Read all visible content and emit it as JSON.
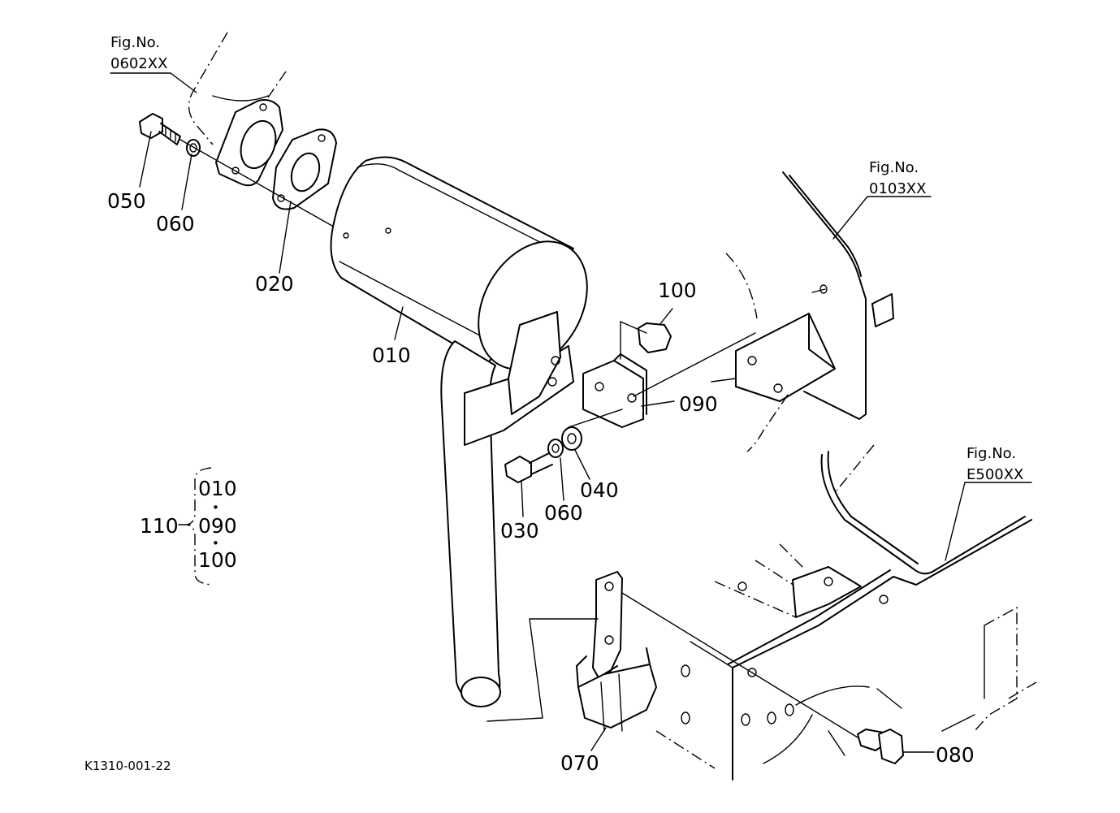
{
  "fig_refs": {
    "exhaust_pipe": {
      "line1": "Fig.No.",
      "line2": "0602XX"
    },
    "frame_panel": {
      "line1": "Fig.No.",
      "line2": "0103XX"
    },
    "main_frame": {
      "line1": "Fig.No.",
      "line2": "E500XX"
    }
  },
  "parts": {
    "p010": "010",
    "p020": "020",
    "p030": "030",
    "p040": "040",
    "p050": "050",
    "p060a": "060",
    "p060b": "060",
    "p070": "070",
    "p080": "080",
    "p090": "090",
    "p100": "100"
  },
  "assembly": {
    "number": "110",
    "items": [
      "010",
      "090",
      "100"
    ],
    "separator": "•"
  },
  "drawing_code": "K1310-001-22"
}
